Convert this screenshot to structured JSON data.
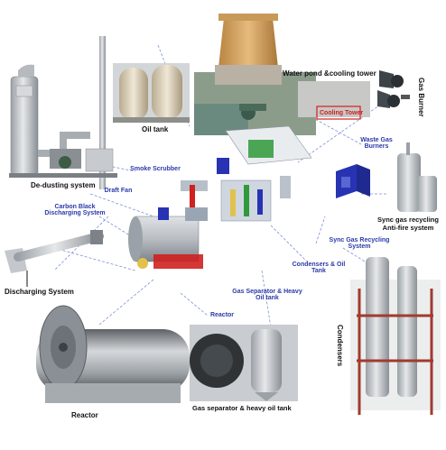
{
  "labels": {
    "dedusting": "De-dusting system",
    "oil_tank": "Oil tank",
    "cooling_tower": "Water pond &cooling tower",
    "cooling_tower_tag": "Cooling Tower",
    "gas_burner": "Gas Burner",
    "smoke_scrubber": "Smoke Scrubber",
    "draft_fan": "Draft Fan",
    "carbon_black": "Carbon Black Discharging System",
    "waste_gas_burners": "Waste Gas Burners",
    "sync_gas_recycling": "Sync Gas Recycling System",
    "sync_gas_antifire": "Sync gas recycling Anti-fire system",
    "condensers_oil_tank": "Condensers & Oil Tank",
    "gas_separator": "Gas Separator & Heavy Oil tank",
    "reactor_blue": "Reactor",
    "discharging": "Discharging System",
    "reactor": "Reactor",
    "gas_separator_photo": "Gas separator & heavy oil tank",
    "condensers_photo": "Condensers"
  },
  "colors": {
    "label_blue": "#2b3aa8",
    "steel": "#c9ccd0",
    "tank_tan": "#e7ddc9",
    "tower_tan": "#d9a866",
    "accent_red": "#d02020",
    "accent_green": "#2e9a3a",
    "burner_blue": "#2733b3",
    "dashed_line": "#7d8fd6"
  }
}
